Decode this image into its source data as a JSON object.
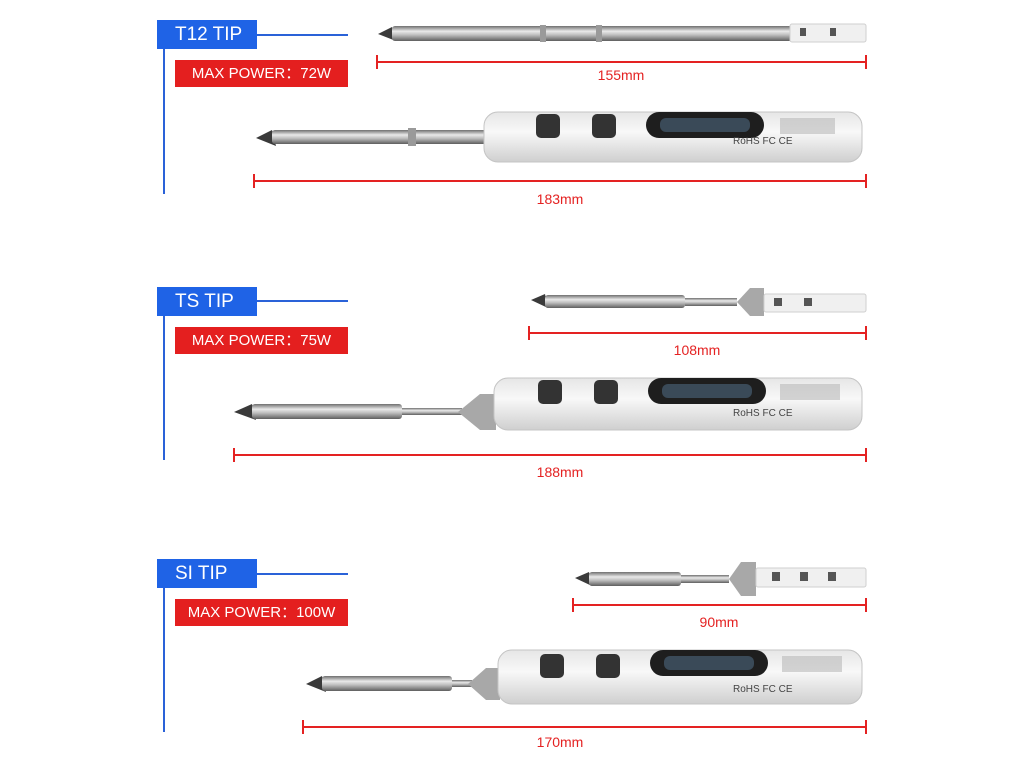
{
  "sections": [
    {
      "tip_name": "T12 TIP",
      "max_power": "MAX POWER：72W",
      "tip_length": "155mm",
      "total_length": "183mm"
    },
    {
      "tip_name": "TS TIP",
      "max_power": "MAX POWER：75W",
      "tip_length": "108mm",
      "total_length": "188mm"
    },
    {
      "tip_name": "SI TIP",
      "max_power": "MAX POWER：100W",
      "tip_length": "90mm",
      "total_length": "170mm"
    }
  ],
  "handle_print": {
    "rohs": "RoHS",
    "fc": "FC",
    "ce": "CE"
  },
  "colors": {
    "tag_blue": "#1f63e6",
    "power_red": "#e41f1f",
    "dimension_red": "#e42222"
  }
}
